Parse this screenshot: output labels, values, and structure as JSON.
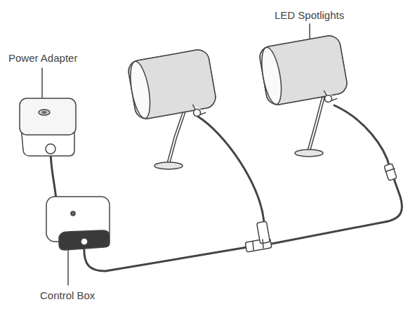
{
  "diagram": {
    "labels": [
      "LED Spotlights",
      "Power Adapter",
      "Control Box"
    ]
  }
}
